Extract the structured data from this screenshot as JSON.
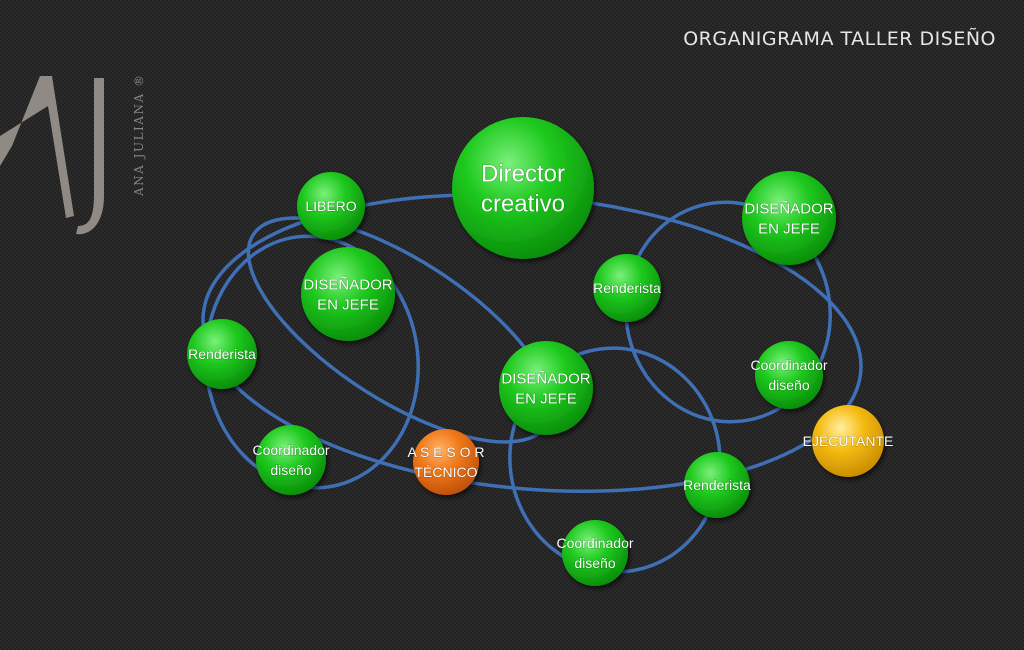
{
  "title": "ORGANIGRAMA TALLER DISEÑO",
  "logo": {
    "monogram": "AJ",
    "name": "ANA JULIANA",
    "mark": "®"
  },
  "colors": {
    "green": "#1ec91e",
    "orange": "#f07a1a",
    "yellow": "#f5bb12",
    "ring": "#3f6fb5",
    "text": "#ffffff"
  },
  "nodes": [
    {
      "id": "director",
      "lines": [
        "Director",
        "creativo"
      ],
      "color": "green"
    },
    {
      "id": "libero",
      "lines": [
        "LIBERO"
      ],
      "color": "green"
    },
    {
      "id": "jefe-left",
      "lines": [
        "DISEÑADOR",
        "EN JEFE"
      ],
      "color": "green"
    },
    {
      "id": "renderista-left",
      "lines": [
        "Renderista"
      ],
      "color": "green"
    },
    {
      "id": "coordinador-left",
      "lines": [
        "Coordinador",
        "diseño"
      ],
      "color": "green"
    },
    {
      "id": "asesor",
      "lines": [
        "A S E S O R",
        "TÉCNICO"
      ],
      "color": "orange"
    },
    {
      "id": "jefe-center",
      "lines": [
        "DISEÑADOR",
        "EN JEFE"
      ],
      "color": "green"
    },
    {
      "id": "renderista-center",
      "lines": [
        "Renderista"
      ],
      "color": "green"
    },
    {
      "id": "coordinador-center",
      "lines": [
        "Coordinador",
        "diseño"
      ],
      "color": "green"
    },
    {
      "id": "jefe-right",
      "lines": [
        "DISEÑADOR",
        "EN JEFE"
      ],
      "color": "green"
    },
    {
      "id": "renderista-right",
      "lines": [
        "Renderista"
      ],
      "color": "green"
    },
    {
      "id": "coordinador-right",
      "lines": [
        "Coordinador",
        "diseño"
      ],
      "color": "green"
    },
    {
      "id": "ejecutante",
      "lines": [
        "EJECUTANTE"
      ],
      "color": "yellow"
    }
  ]
}
